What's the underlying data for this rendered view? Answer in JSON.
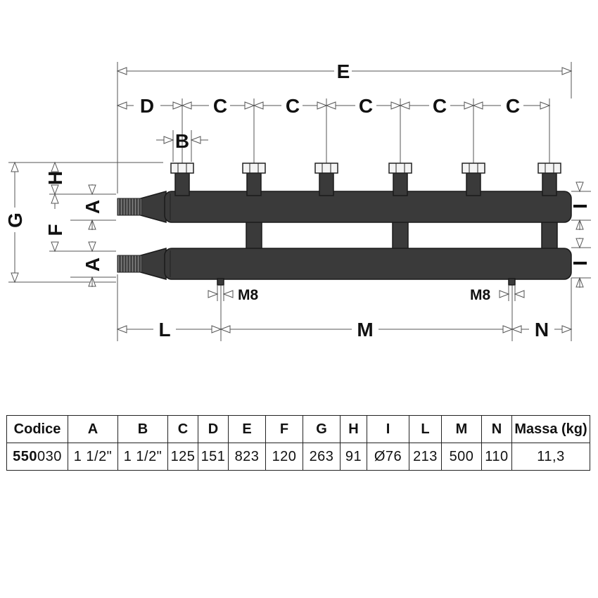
{
  "dimension_labels": {
    "E": "E",
    "D": "D",
    "C": "C",
    "B": "B",
    "H": "H",
    "G": "G",
    "A": "A",
    "F": "F",
    "I": "I",
    "L": "L",
    "M": "M",
    "N": "N",
    "M8": "M8"
  },
  "table": {
    "headers": [
      "Codice",
      "A",
      "B",
      "C",
      "D",
      "E",
      "F",
      "G",
      "H",
      "I",
      "L",
      "M",
      "N",
      "Massa (kg)"
    ],
    "row": {
      "code_prefix": "550",
      "code_suffix": "030",
      "values": [
        "1 1/2\"",
        "1 1/2\"",
        "125",
        "151",
        "823",
        "120",
        "263",
        "91",
        "Ø76",
        "213",
        "500",
        "110",
        "11,3"
      ]
    }
  },
  "colors": {
    "pipe": "#3a3a3a",
    "line": "#555555",
    "text": "#111111"
  }
}
